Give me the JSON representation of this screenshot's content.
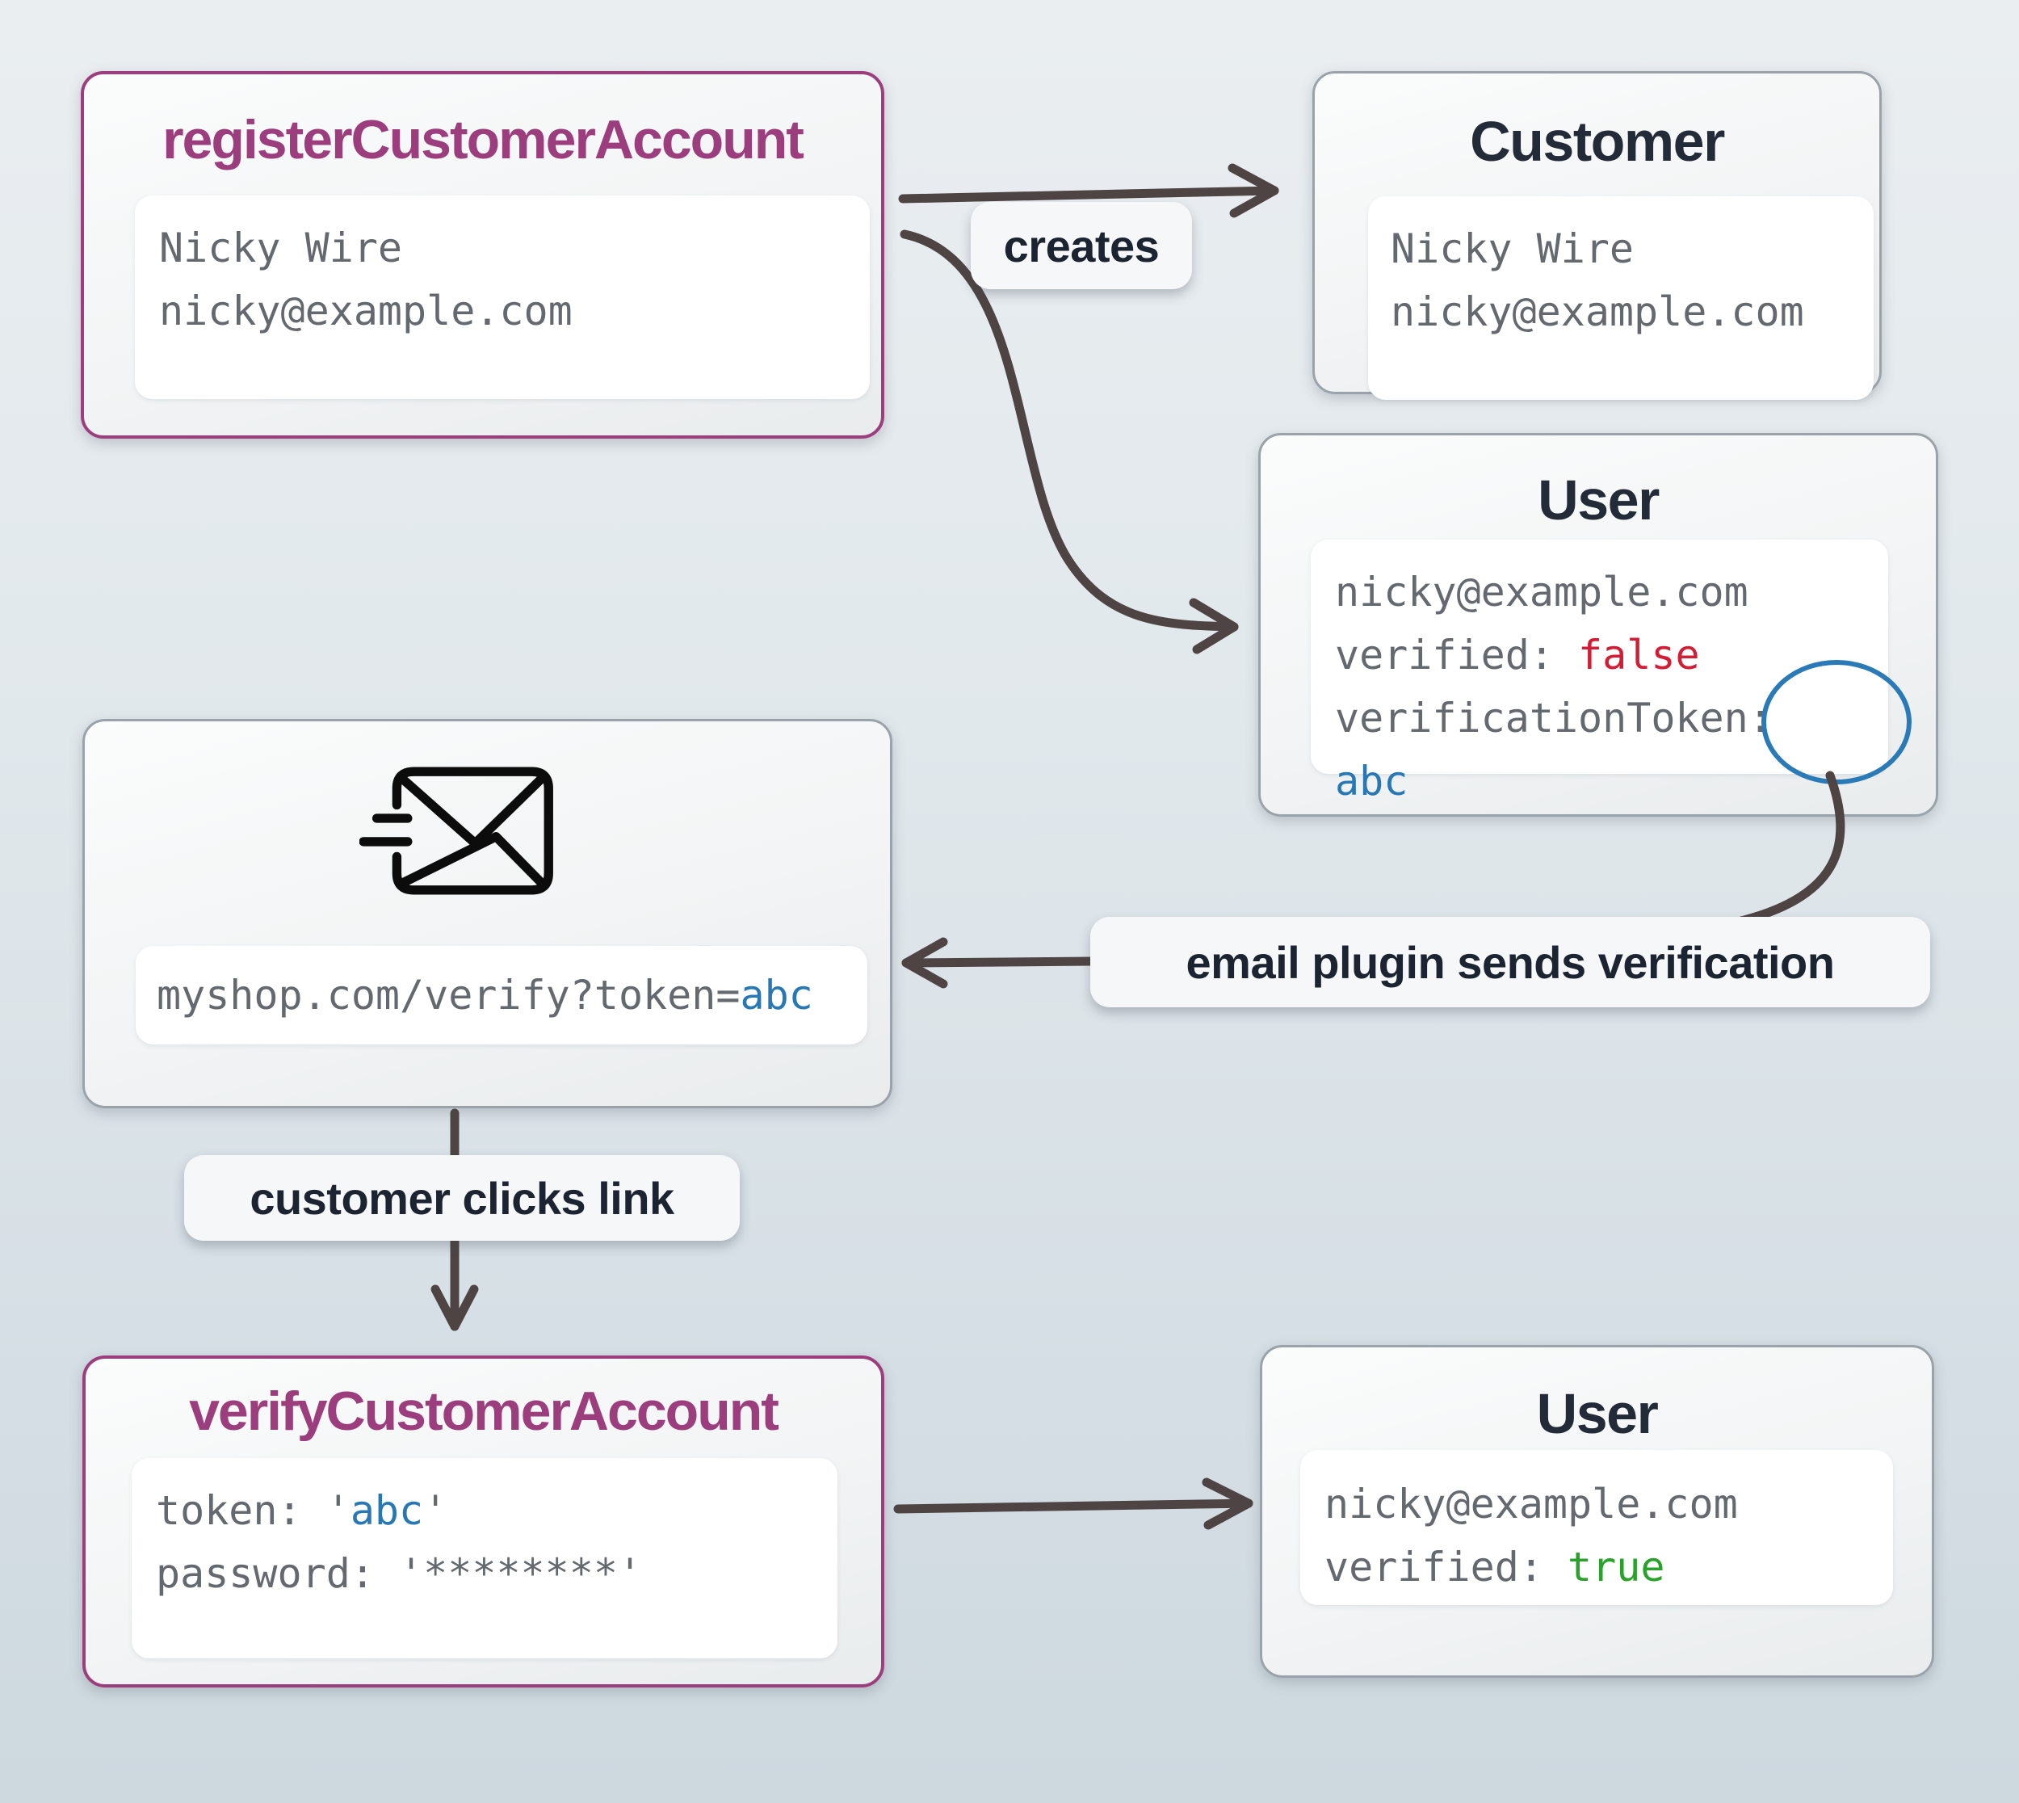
{
  "diagram": {
    "description": "customer account email verification flow",
    "colors": {
      "accent_purple": "#9c3d7e",
      "token_blue": "#2878b5",
      "false_red": "#d11e35",
      "true_green": "#28a228",
      "arrow": "#4f4444",
      "node_border_gray": "#9aa3aa"
    }
  },
  "nodes": {
    "register": {
      "title": "registerCustomerAccount",
      "line1": "Nicky Wire",
      "line2": "nicky@example.com"
    },
    "customer": {
      "title": "Customer",
      "line1": "Nicky Wire",
      "line2": "nicky@example.com"
    },
    "user_before": {
      "title": "User",
      "email": "nicky@example.com",
      "verified_label": "verified: ",
      "verified_value": "false",
      "token_label": "verificationToken: ",
      "token_value": "abc"
    },
    "email": {
      "icon": "mail-fast-icon",
      "url_prefix": "myshop.com/verify?token=",
      "url_token": "abc"
    },
    "verify": {
      "title": "verifyCustomerAccount",
      "token_prefix": "token: '",
      "token_value": "abc",
      "token_suffix": "'",
      "password_label": "password: ",
      "password_value": "'********'"
    },
    "user_after": {
      "title": "User",
      "email": "nicky@example.com",
      "verified_label": "verified: ",
      "verified_value": "true"
    }
  },
  "labels": {
    "creates": "creates",
    "email_plugin": "email plugin sends verification",
    "customer_clicks": "customer clicks link"
  }
}
